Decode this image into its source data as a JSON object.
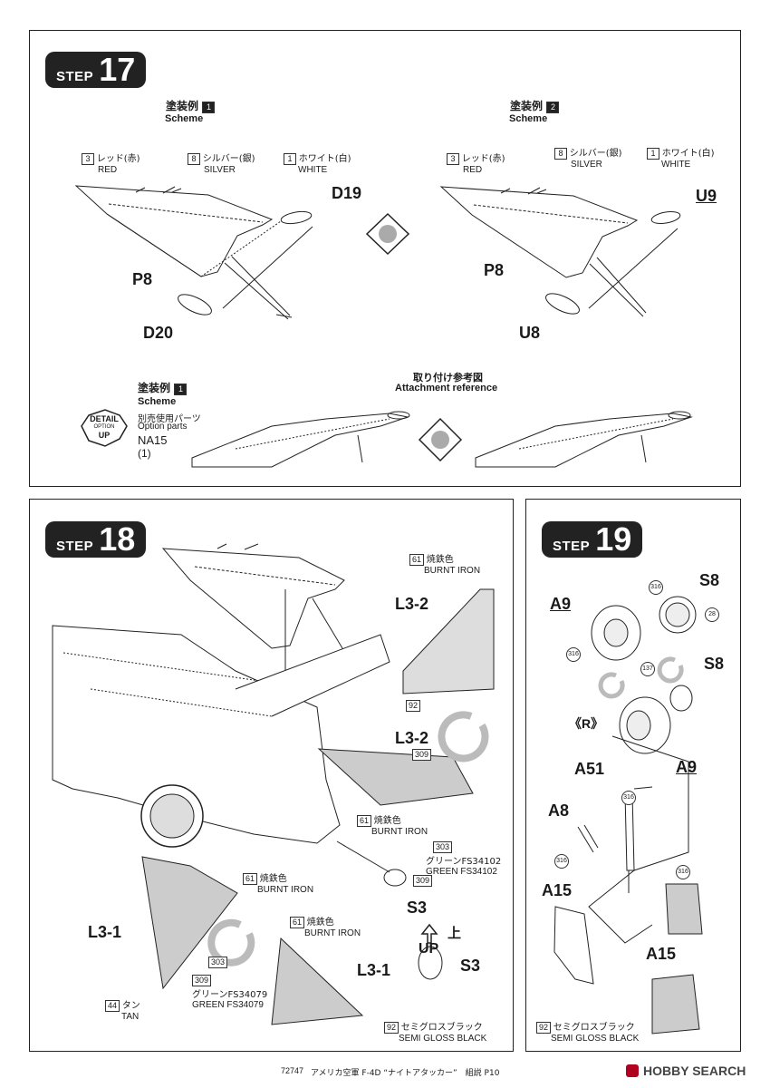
{
  "step17": {
    "step_word": "STEP",
    "step_number": "17",
    "scheme1_jp": "塗装例",
    "scheme1_num": "1",
    "scheme1_en": "Scheme",
    "scheme2_jp": "塗装例",
    "scheme2_num": "2",
    "scheme2_en": "Scheme",
    "colors": [
      {
        "num": "3",
        "jp": "レッド(赤)",
        "en": "RED"
      },
      {
        "num": "8",
        "jp": "シルバー(銀)",
        "en": "SILVER"
      },
      {
        "num": "1",
        "jp": "ホワイト(白)",
        "en": "WHITE"
      }
    ],
    "parts_left": {
      "top": "D19",
      "side": "P8",
      "bottom": "D20"
    },
    "parts_right": {
      "top": "U9",
      "side": "P8",
      "bottom": "U8"
    },
    "scheme3_jp": "塗装例",
    "scheme3_num": "1",
    "scheme3_en": "Scheme",
    "detail_badge": {
      "line1": "DETAIL",
      "line2": "OPTION",
      "line3": "UP"
    },
    "option_jp": "別売使用パーツ",
    "option_en": "Option parts",
    "option_part": "NA15",
    "option_qty": "(1)",
    "attach_jp": "取り付け参考図",
    "attach_en": "Attachment reference"
  },
  "step18": {
    "step_word": "STEP",
    "step_number": "18",
    "parts": {
      "l32a": "L3-2",
      "l32b": "L3-2",
      "l31a": "L3-1",
      "l31b": "L3-1",
      "s3": "S3",
      "s3b": "S3"
    },
    "colors": {
      "c61a": {
        "num": "61",
        "jp": "焼鉄色",
        "en": "BURNT IRON"
      },
      "c92a": {
        "num": "92"
      },
      "c309a": {
        "num": "309"
      },
      "c61b": {
        "num": "61",
        "jp": "焼鉄色",
        "en": "BURNT IRON"
      },
      "c303a": {
        "num": "303",
        "jp": "グリーンFS34102",
        "en": "GREEN FS34102"
      },
      "c309b": {
        "num": "309"
      },
      "c61c": {
        "num": "61",
        "jp": "焼鉄色",
        "en": "BURNT IRON"
      },
      "c303b": {
        "num": "303"
      },
      "c309c": {
        "num": "309",
        "jp": "グリーンFS34079",
        "en": "GREEN FS34079"
      },
      "c44": {
        "num": "44",
        "jp": "タン",
        "en": "TAN"
      },
      "c61d": {
        "num": "61",
        "jp": "焼鉄色",
        "en": "BURNT IRON"
      },
      "c92b": {
        "num": "92",
        "jp": "セミグロスブラック",
        "en": "SEMI GLOSS BLACK"
      }
    },
    "up_jp": "上",
    "up_en": "UP"
  },
  "step19": {
    "step_word": "STEP",
    "step_number": "19",
    "parts": {
      "s8a": "S8",
      "a9a": "A9",
      "s8b": "S8",
      "r": "《R》",
      "a9b": "A9",
      "a51": "A51",
      "a8": "A8",
      "a15a": "A15",
      "a15b": "A15"
    },
    "rnums": {
      "r316a": "316",
      "r28": "28",
      "r316b": "316",
      "r137": "137",
      "r316c": "316",
      "r316d": "316",
      "r316e": "316"
    },
    "c92": {
      "num": "92",
      "jp": "セミグロスブラック",
      "en": "SEMI GLOSS BLACK"
    }
  },
  "footer": {
    "code": "72747",
    "title": "アメリカ空軍 F-4D “ナイトアタッカー”　組説 P10",
    "watermark": "HOBBY SEARCH"
  }
}
